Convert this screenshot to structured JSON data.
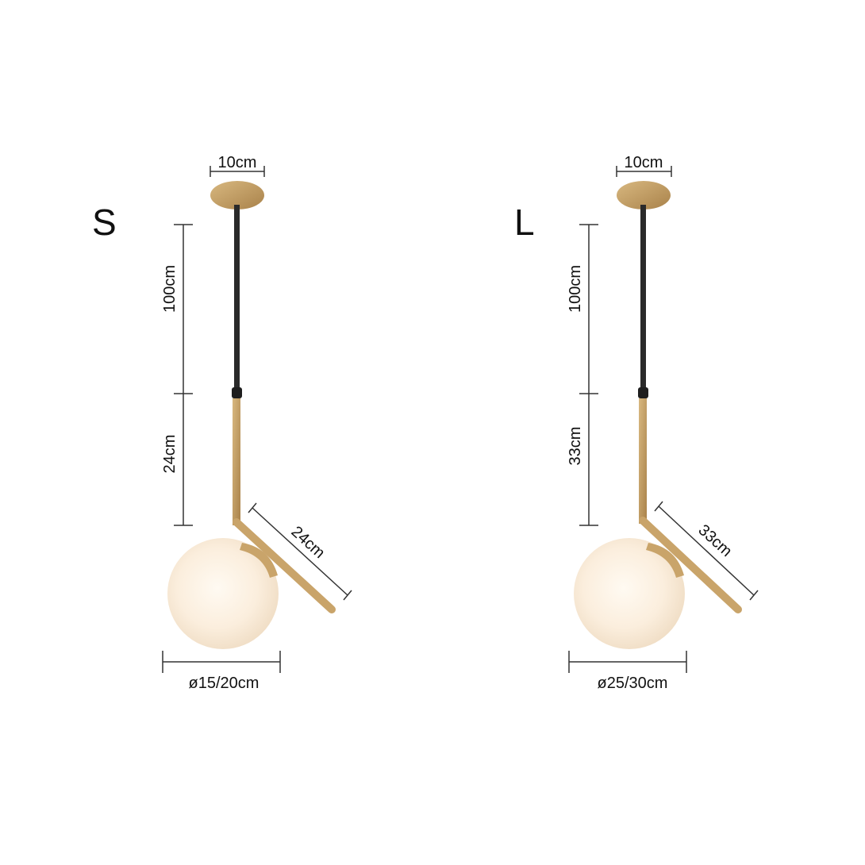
{
  "variants": [
    {
      "size_label": "S",
      "canopy_width": "10cm",
      "cable_length": "100cm",
      "vertical_arm": "24cm",
      "angled_arm": "24cm",
      "globe_diameter": "ø15/20cm"
    },
    {
      "size_label": "L",
      "canopy_width": "10cm",
      "cable_length": "100cm",
      "vertical_arm": "33cm",
      "angled_arm": "33cm",
      "globe_diameter": "ø25/30cm"
    }
  ],
  "colors": {
    "brass": "#c9a46a",
    "brass_dark": "#a9824a",
    "cable": "#2a2a2a",
    "globe": "#fbeedd",
    "dimension_line": "#333333"
  }
}
